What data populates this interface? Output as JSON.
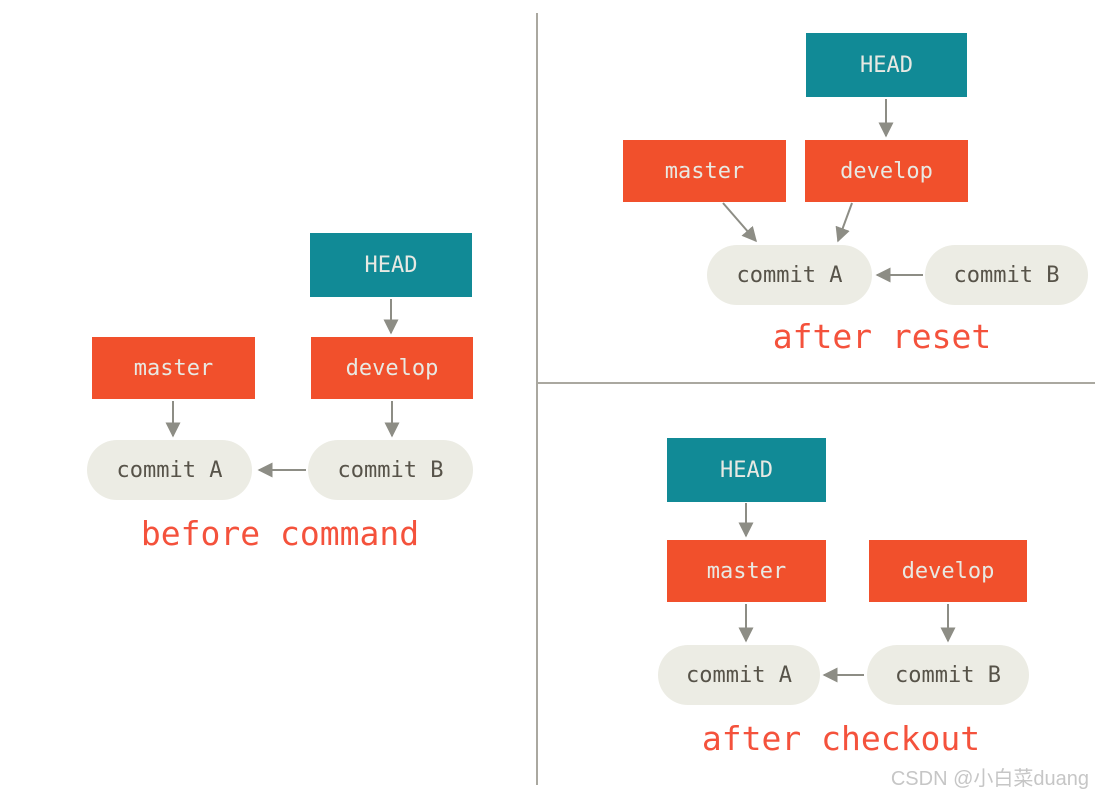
{
  "colors": {
    "background": "#ffffff",
    "head_box": "#118a96",
    "branch_box": "#f1502c",
    "commit_pill": "#ecece4",
    "commit_text": "#575349",
    "box_text": "#e8e9e3",
    "arrow": "#8d8d85",
    "caption": "#f4523c",
    "divider": "#aaa8a0",
    "watermark_text": "#c6c6c6"
  },
  "panels": {
    "before": {
      "caption": "before command",
      "nodes": {
        "head": "HEAD",
        "master": "master",
        "develop": "develop",
        "commit_a": "commit A",
        "commit_b": "commit B"
      },
      "edges": [
        "HEAD -> develop",
        "master -> commit A",
        "develop -> commit B",
        "commit B -> commit A"
      ]
    },
    "after_reset": {
      "caption": "after reset",
      "nodes": {
        "head": "HEAD",
        "master": "master",
        "develop": "develop",
        "commit_a": "commit A",
        "commit_b": "commit B"
      },
      "edges": [
        "HEAD -> develop",
        "master -> commit A",
        "develop -> commit A",
        "commit B -> commit A"
      ]
    },
    "after_checkout": {
      "caption": "after checkout",
      "nodes": {
        "head": "HEAD",
        "master": "master",
        "develop": "develop",
        "commit_a": "commit A",
        "commit_b": "commit B"
      },
      "edges": [
        "HEAD -> master",
        "master -> commit A",
        "develop -> commit B",
        "commit B -> commit A"
      ]
    }
  },
  "watermark": "CSDN @小白菜duang"
}
